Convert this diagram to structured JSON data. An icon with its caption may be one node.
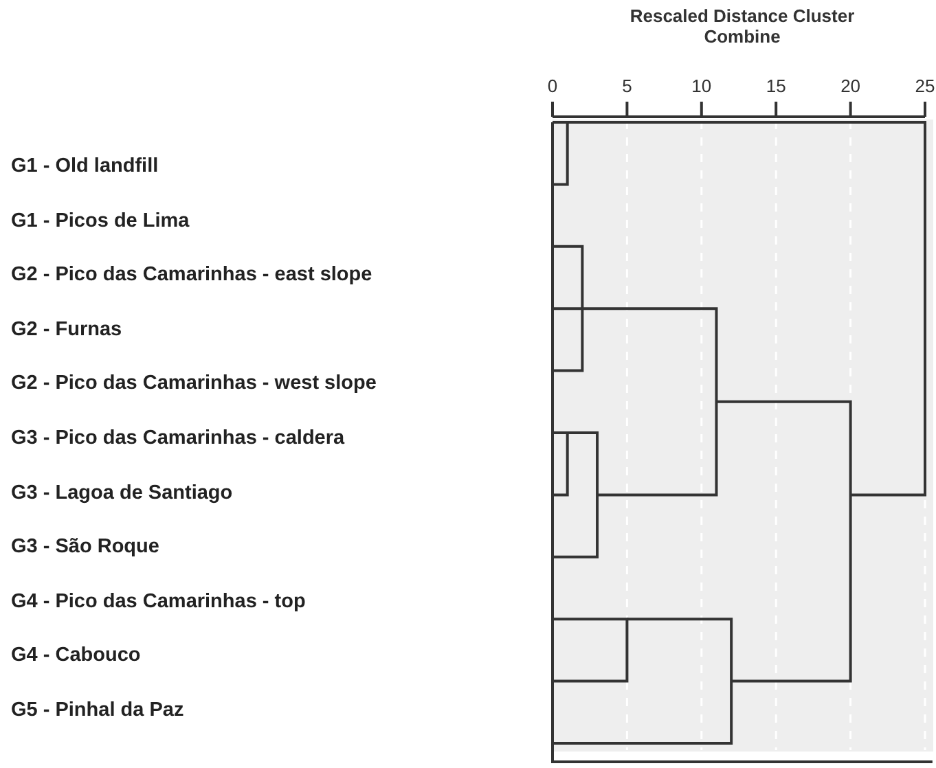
{
  "diagram": {
    "labels": [
      "Rescaled Distance Cluster Combine",
      "0",
      "5",
      "10",
      "15",
      "20",
      "25",
      "G1 - Old landfill",
      "G1 - Picos de Lima",
      "G2 - Pico das Camarinhas - east slope",
      "G2 - Furnas",
      "G2 - Pico das Camarinhas - west slope",
      "G3 - Pico das Camarinhas - caldera",
      "G3 - Lagoa de Santiago",
      "G3 - São Roque",
      "G4 - Pico das Camarinhas - top",
      "G4 - Cabouco",
      "G5 - Pinhal da Paz"
    ]
  }
}
